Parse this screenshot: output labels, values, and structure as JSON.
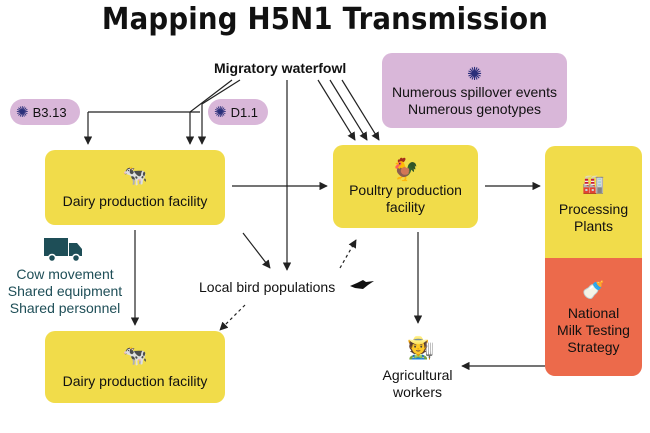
{
  "title": "Mapping H5N1 Transmission",
  "colors": {
    "yellow": "#f1dc4a",
    "purple": "#d9b7d9",
    "orange": "#ec6a4b",
    "teal": "#1e4e57",
    "arrow": "#222222"
  },
  "nodes": {
    "migratory_waterfowl": "Migratory waterfowl",
    "spillover": {
      "line1": "Numerous spillover events",
      "line2": "Numerous genotypes",
      "icon": "virus-icon"
    },
    "b3_13": {
      "label": "B3.13",
      "icon": "virus-outline-icon"
    },
    "d1_1": {
      "label": "D1.1",
      "icon": "virus-icon"
    },
    "dairy_top": {
      "label": "Dairy production facility",
      "icon": "cow-icon"
    },
    "poultry": {
      "line1": "Poultry production",
      "line2": "facility",
      "icon": "chicken-icon"
    },
    "processing": {
      "line1": "Processing",
      "line2": "Plants",
      "icon": "factory-icon"
    },
    "milk_testing": {
      "line1": "National",
      "line2": "Milk Testing",
      "line3": "Strategy",
      "icon": "milk-bottle-icon"
    },
    "cow_movement": {
      "line1": "Cow movement",
      "line2": "Shared equipment",
      "line3": "Shared personnel",
      "icon": "truck-icon"
    },
    "local_birds": {
      "label": "Local bird populations",
      "icon": "bird-icon"
    },
    "dairy_bottom": {
      "label": "Dairy production facility",
      "icon": "cow-icon"
    },
    "workers": {
      "line1": "Agricultural",
      "line2": "workers",
      "icon": "farmer-icon"
    }
  }
}
